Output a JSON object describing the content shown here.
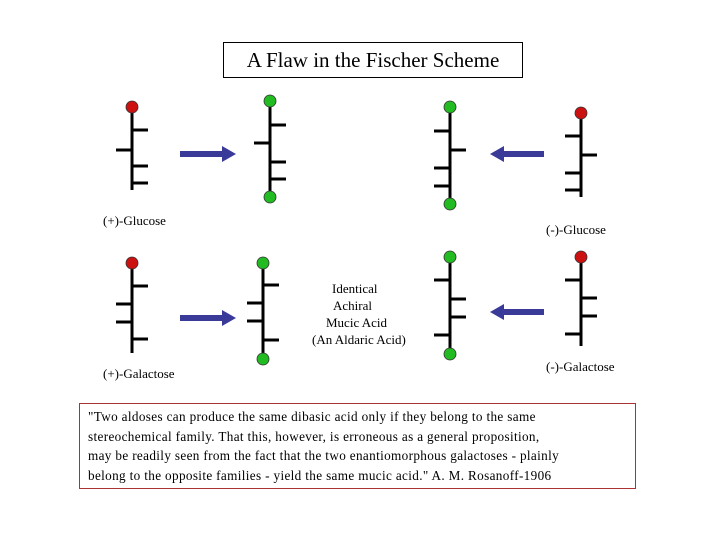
{
  "title": "A Flaw in the Fischer Scheme",
  "labels": {
    "plus_glucose": "(+)-Glucose",
    "minus_glucose": "(-)-Glucose",
    "plus_galactose": "(+)-Galactose",
    "minus_galactose": "(-)-Galactose"
  },
  "product": {
    "lines": [
      "Identical",
      "Achiral",
      "Mucic Acid",
      "(An Aldaric Acid)"
    ]
  },
  "quote": {
    "lines": [
      "\"Two aldoses can produce  the same dibasic acid only if they belong to the same",
      "stereochemical family. That this, however, is erroneous as a  general proposition,",
      "may be readily seen from the fact that the  two enantiomorphous galactoses - plainly",
      "belong to the opposite  families - yield the same mucic acid.\" A. M. Rosanoff-1906"
    ]
  },
  "colors": {
    "aldehyde_end": "#cc1111",
    "acid_end": "#22bb22",
    "arrow": "#3a3a99",
    "quote_border": "#aa3333"
  }
}
